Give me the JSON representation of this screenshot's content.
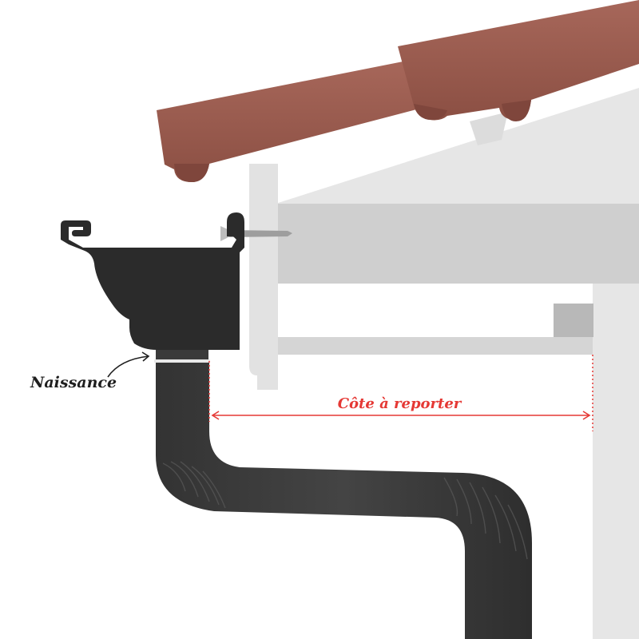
{
  "labels": {
    "naissance": "Naissance",
    "cote": "Côte à reporter"
  },
  "colors": {
    "tile": "#9a5b4f",
    "tile_dark": "#7f463c",
    "gutter": "#2c2c2c",
    "downpipe": "#3a3a3a",
    "structure_light": "#e4e4e4",
    "structure_mid": "#cfcfcf",
    "accent_red": "#e53935"
  },
  "icons": [
    "roof-tile",
    "fascia-board",
    "gutter-bracket-screw",
    "downspout-elbow"
  ]
}
